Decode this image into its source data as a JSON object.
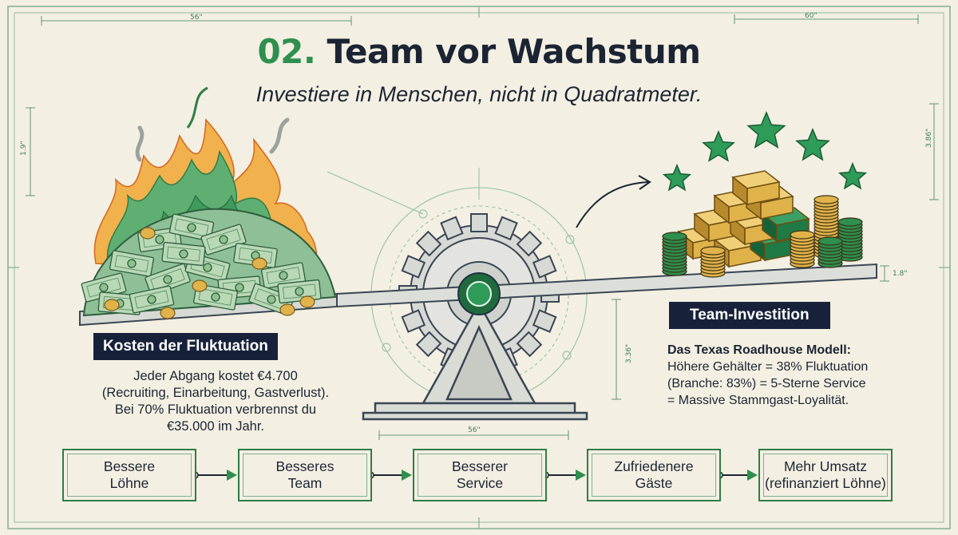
{
  "header": {
    "title_number": "02.",
    "title_text": "Team vor Wachstum",
    "subtitle": "Investiere in Menschen, nicht in Quadratmeter."
  },
  "left_side": {
    "label": "Kosten der Fluktuation",
    "description": [
      "Jeder Abgang kostet €4.700",
      "(Recruiting, Einarbeitung, Gastverlust).",
      "Bei 70% Fluktuation verbrennst du",
      "€35.000 im Jahr."
    ]
  },
  "right_side": {
    "label": "Team-Investition",
    "heading": "Das Texas Roadhouse Modell:",
    "description": [
      "Höhere Gehälter = 38% Fluktuation",
      "(Branche: 83%) = 5-Sterne Service",
      "= Massive Stammgast-Loyalität."
    ]
  },
  "dimensions": {
    "top_left": "56\"",
    "top_right": "60\"",
    "left_vertical": "1.9\"",
    "right_vertical": "3.86\"",
    "plank_right": "1.8\"",
    "stand_height": "3.36\"",
    "base_width": "56\""
  },
  "flow": [
    {
      "line1": "Bessere",
      "line2": "Löhne"
    },
    {
      "line1": "Besseres",
      "line2": "Team"
    },
    {
      "line1": "Besserer",
      "line2": "Service"
    },
    {
      "line1": "Zufriedenere",
      "line2": "Gäste"
    },
    {
      "line1": "Mehr Umsatz",
      "line2": "(refinanziert Löhne)"
    }
  ],
  "colors": {
    "navy": "#17223a",
    "green": "#2e8f4e",
    "paper": "#f3efe2",
    "gold": "#e0b24a"
  }
}
